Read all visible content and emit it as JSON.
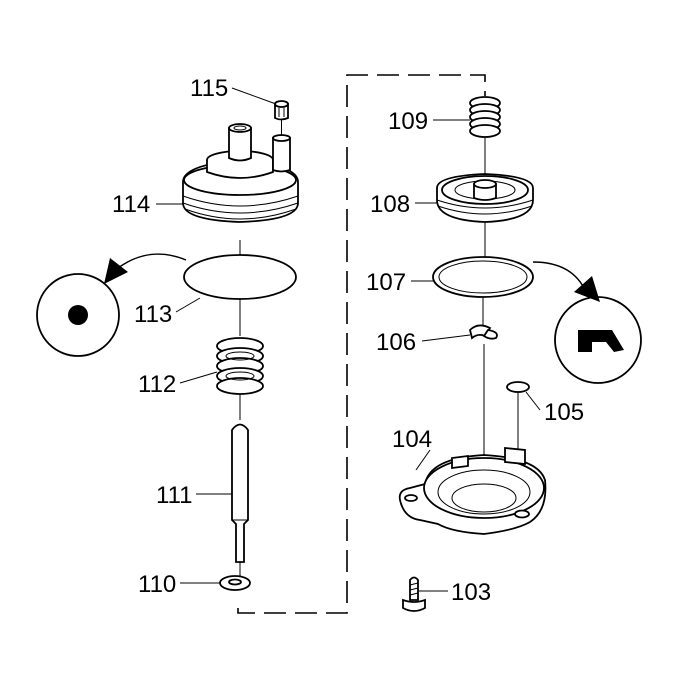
{
  "diagram": {
    "colors": {
      "ink": "#000000",
      "paper": "#ffffff"
    },
    "callouts": {
      "c103": "103",
      "c104": "104",
      "c105": "105",
      "c106": "106",
      "c107": "107",
      "c108": "108",
      "c109": "109",
      "c110": "110",
      "c111": "111",
      "c112": "112",
      "c113": "113",
      "c114": "114",
      "c115": "115"
    },
    "symbols": {
      "left_view": "dot-circle-icon",
      "right_view": "notched-arrow-icon"
    }
  }
}
